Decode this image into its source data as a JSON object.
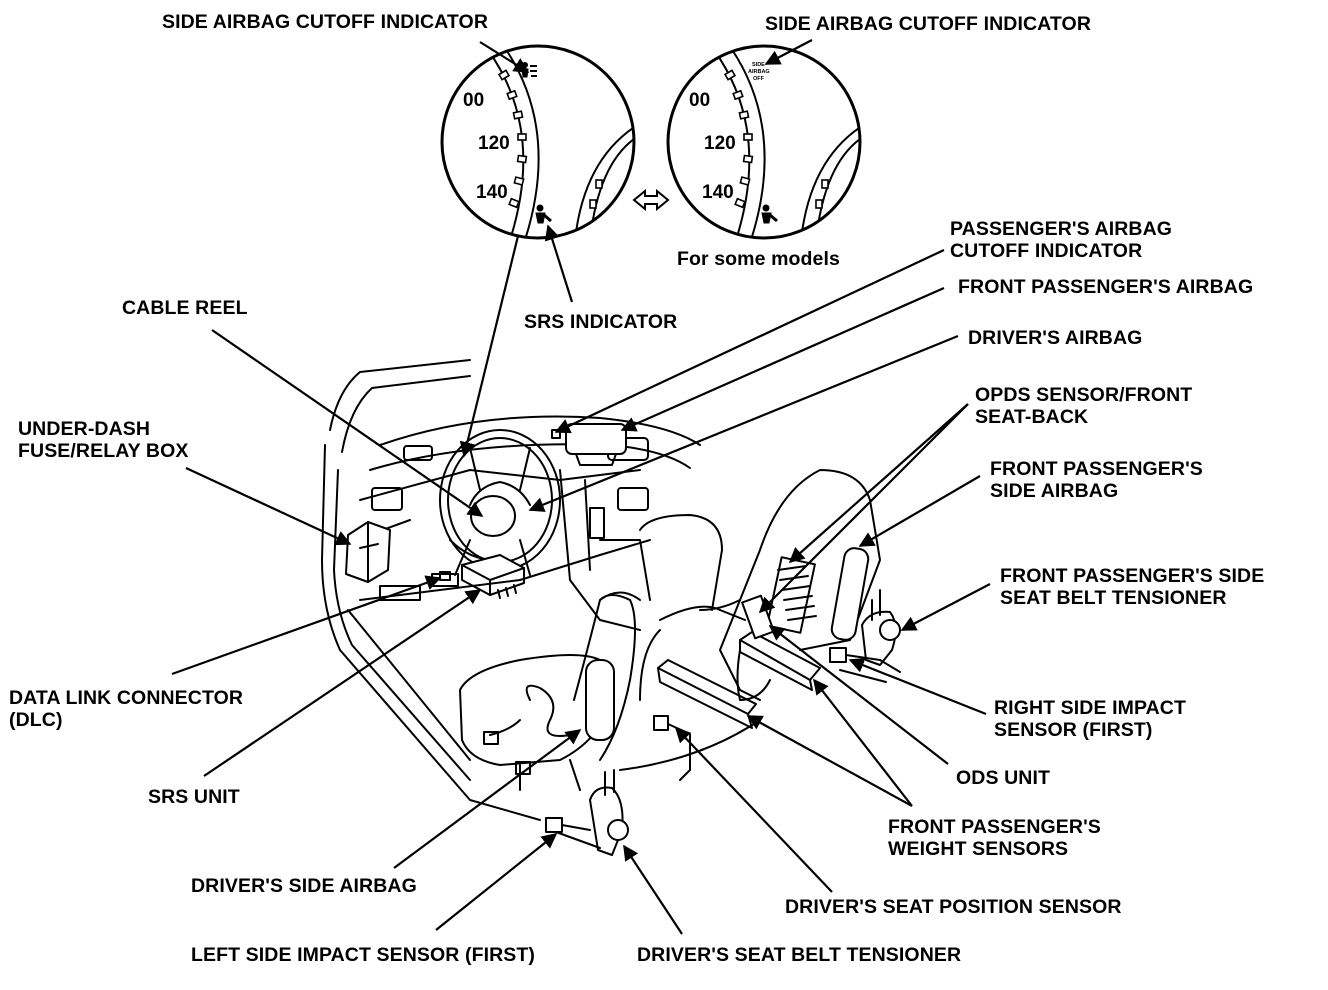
{
  "labels": {
    "side_airbag_cutoff_left": "SIDE AIRBAG CUTOFF INDICATOR",
    "side_airbag_cutoff_right": "SIDE AIRBAG CUTOFF INDICATOR",
    "passenger_airbag_cutoff": [
      "PASSENGER'S AIRBAG",
      "CUTOFF INDICATOR"
    ],
    "front_passenger_airbag": "FRONT PASSENGER'S AIRBAG",
    "drivers_airbag": "DRIVER'S AIRBAG",
    "opds_sensor": [
      "OPDS SENSOR/FRONT",
      "SEAT-BACK"
    ],
    "front_passenger_side_airbag": [
      "FRONT PASSENGER'S",
      "SIDE AIRBAG"
    ],
    "front_passenger_side_belt": [
      "FRONT PASSENGER'S SIDE",
      "SEAT BELT TENSIONER"
    ],
    "right_side_impact": [
      "RIGHT SIDE IMPACT",
      "SENSOR (FIRST)"
    ],
    "ods_unit": "ODS UNIT",
    "front_passenger_weight": [
      "FRONT PASSENGER'S",
      "WEIGHT SENSORS"
    ],
    "drivers_seat_position": "DRIVER'S SEAT POSITION SENSOR",
    "drivers_belt_tensioner": "DRIVER'S SEAT BELT TENSIONER",
    "left_side_impact": "LEFT SIDE IMPACT SENSOR (FIRST)",
    "drivers_side_airbag": "DRIVER'S SIDE AIRBAG",
    "srs_unit": "SRS UNIT",
    "dlc": [
      "DATA LINK CONNECTOR",
      "(DLC)"
    ],
    "under_dash": [
      "UNDER-DASH",
      "FUSE/RELAY BOX"
    ],
    "cable_reel": "CABLE REEL",
    "srs_indicator": "SRS INDICATOR",
    "for_some_models": "For some models"
  },
  "gauge": {
    "ticks": [
      "00",
      "120",
      "140"
    ],
    "cutoff_legend": [
      "SIDE",
      "AIRBAG",
      "OFF"
    ]
  }
}
